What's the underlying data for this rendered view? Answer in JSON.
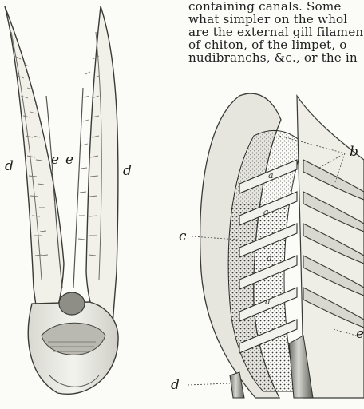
{
  "text_lines": [
    "containing canals.   Some",
    "what simpler on the whol",
    "are the external gill filament",
    "of chiton, of the limpet, o",
    "nudibranchs, &c., or the in"
  ],
  "figure_left": {
    "labels": {
      "d_left": "d",
      "e_left": "e",
      "e_right": "e",
      "d_right": "d"
    }
  },
  "figure_right": {
    "labels": {
      "b": "b",
      "c": "c",
      "e": "e",
      "d": "d",
      "a": "a"
    }
  }
}
